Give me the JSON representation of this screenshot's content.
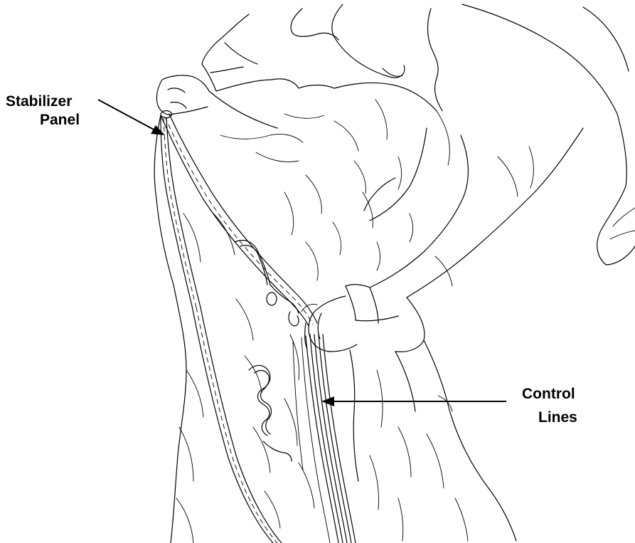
{
  "callouts": {
    "stabilizer": {
      "line1": "Stabilizer",
      "line2": "Panel"
    },
    "control_lines": {
      "line1": "Control",
      "line2": "Lines"
    }
  },
  "colors": {
    "ink": "#000000",
    "background": "#ffffff"
  }
}
